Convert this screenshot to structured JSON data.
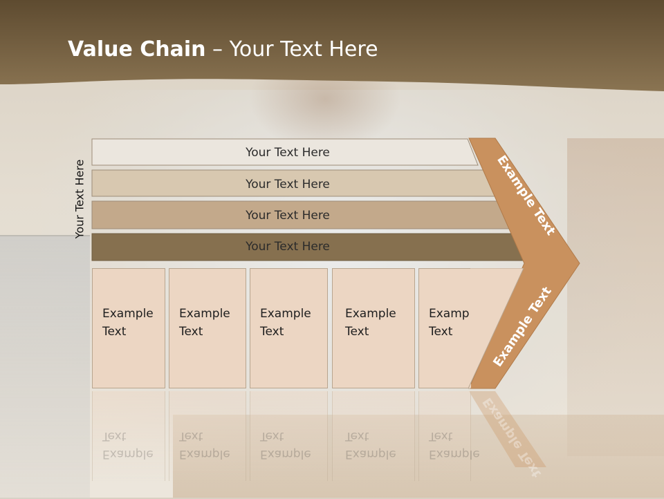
{
  "title": {
    "bold": "Value Chain",
    "rest": " – Your Text Here"
  },
  "side_label": "Your Text Here",
  "bars": [
    {
      "label": "Your Text Here",
      "color": "#ebe6de"
    },
    {
      "label": "Your Text Here",
      "color": "#d8c8b0"
    },
    {
      "label": "Your Text Here",
      "color": "#c3a98b"
    },
    {
      "label": "Your Text Here",
      "color": "#86704f"
    }
  ],
  "activities": [
    {
      "line1": "Example",
      "line2": "Text"
    },
    {
      "line1": "Example",
      "line2": "Text"
    },
    {
      "line1": "Example",
      "line2": "Text"
    },
    {
      "line1": "Example",
      "line2": "Text"
    },
    {
      "line1": "Example",
      "line2": "Text"
    }
  ],
  "arrow": {
    "upper": "Example Text",
    "lower": "Example Text",
    "color": "#c9915e"
  },
  "colors": {
    "header": "#7a6645",
    "box": "#ecd6c3"
  }
}
